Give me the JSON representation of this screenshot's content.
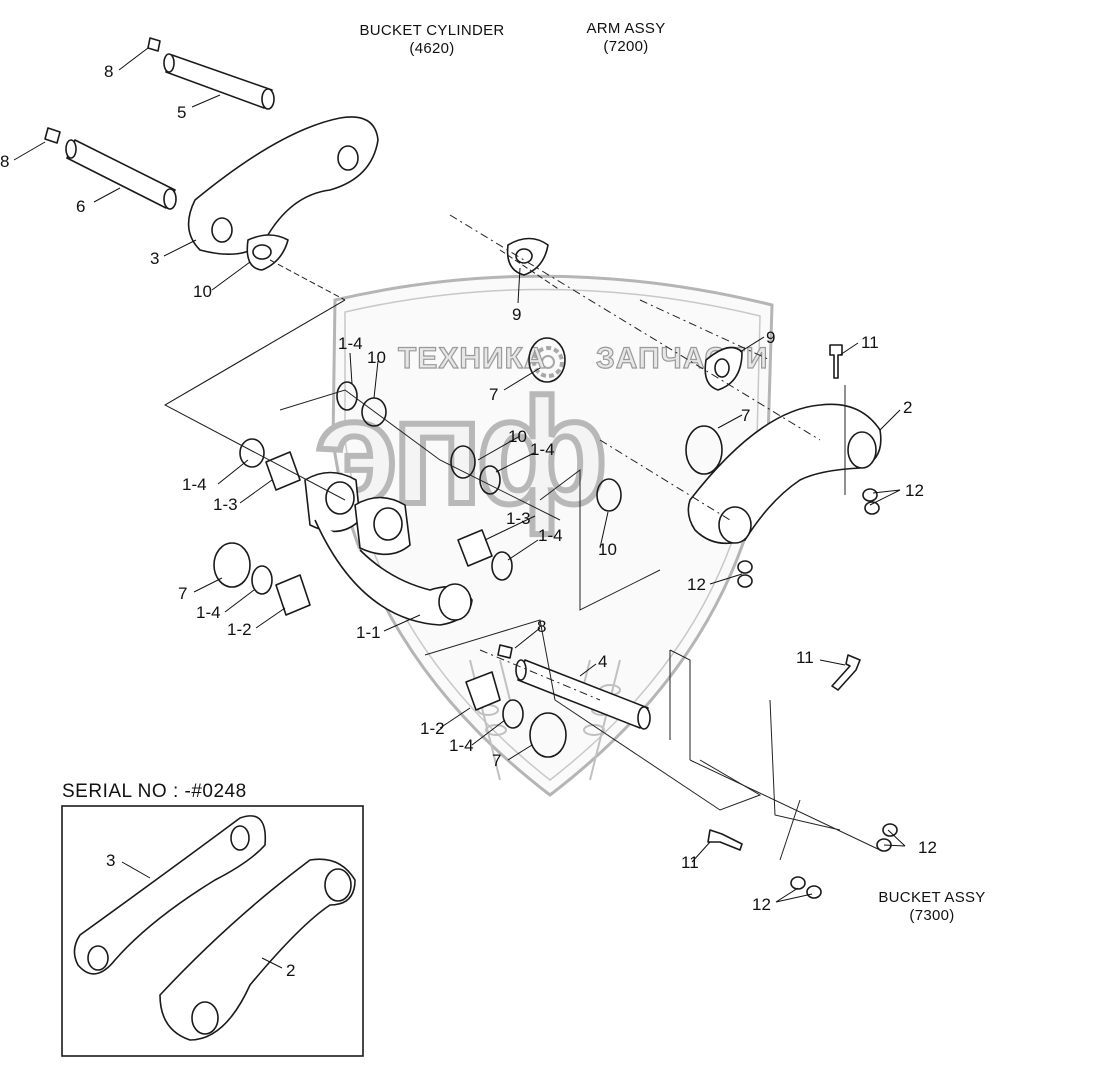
{
  "headers": {
    "bucket_cylinder": "BUCKET CYLINDER",
    "bucket_cylinder_code": "(4620)",
    "arm_assy": "ARM ASSY",
    "arm_assy_code": "(7200)",
    "bucket_assy": "BUCKET ASSY",
    "bucket_assy_code": "(7300)"
  },
  "inset": {
    "title": "SERIAL NO : -#0248",
    "labels": {
      "part3": "3",
      "part2": "2"
    }
  },
  "watermark": {
    "left_word": "ТЕХНИКА",
    "right_word": "ЗАПЧАСТИ",
    "logo": "эпф"
  },
  "callouts": {
    "c8a": "8",
    "c5": "5",
    "c8b": "8",
    "c6": "6",
    "c3": "3",
    "c10a": "10",
    "c9a": "9",
    "c14a": "1-4",
    "c10b": "10",
    "c7a": "7",
    "c9b": "9",
    "c11a": "11",
    "c2": "2",
    "c7b": "7",
    "c10c": "10",
    "c14b": "1-4",
    "c14c": "1-4",
    "c13a": "1-3",
    "c12a": "12",
    "c13b": "1-3",
    "c14d": "1-4",
    "c10d": "10",
    "c12b": "12",
    "c7c": "7",
    "c14e": "1-4",
    "c12c": "1-2",
    "c11": "1-1",
    "c8c": "8",
    "c4": "4",
    "c11b": "11",
    "c12d": "1-2",
    "c14f": "1-4",
    "c7d": "7",
    "c11c": "11",
    "c12e": "12",
    "c12f": "12"
  }
}
